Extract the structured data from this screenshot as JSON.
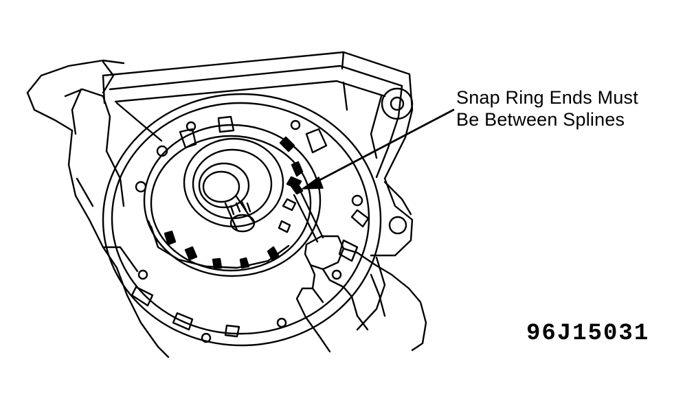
{
  "callout": {
    "line1": "Snap Ring Ends Must",
    "line2": "Be Between Splines"
  },
  "figure_id": "96J15031"
}
